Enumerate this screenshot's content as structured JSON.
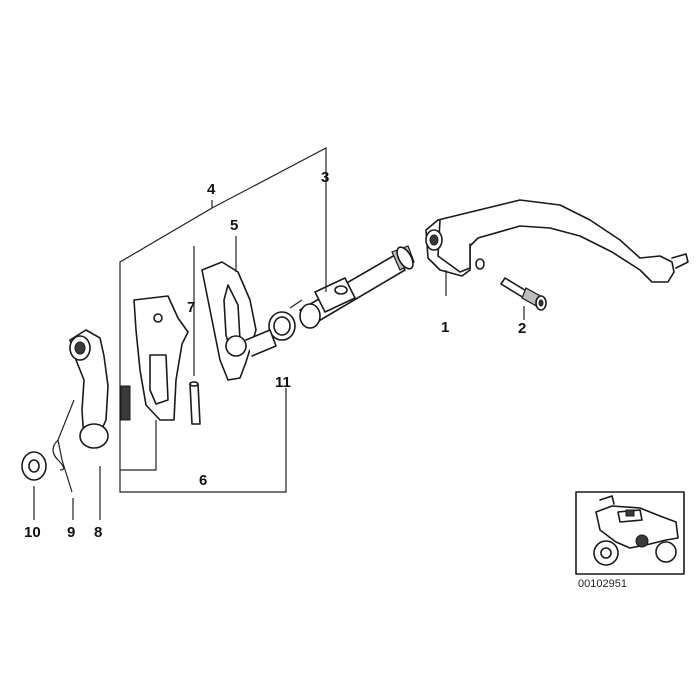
{
  "callouts": {
    "c1": "1",
    "c2": "2",
    "c3": "3",
    "c4": "4",
    "c5": "5",
    "c6": "6",
    "c7": "7",
    "c8": "8",
    "c9": "9",
    "c10": "10",
    "c11": "11"
  },
  "inset": {
    "reference_number": "00102951"
  }
}
